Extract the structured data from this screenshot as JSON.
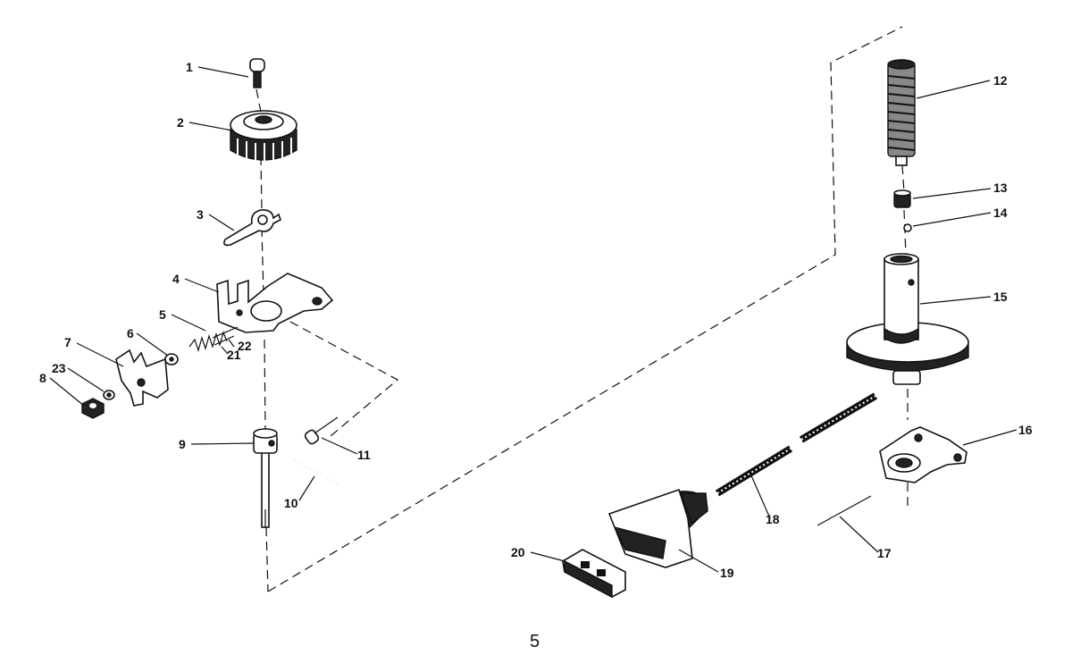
{
  "parts": [
    {
      "id": "p1",
      "label": "1"
    },
    {
      "id": "p2",
      "label": "2"
    },
    {
      "id": "p3",
      "label": "3"
    },
    {
      "id": "p4",
      "label": "4"
    },
    {
      "id": "p5",
      "label": "5"
    },
    {
      "id": "p6",
      "label": "6"
    },
    {
      "id": "p7",
      "label": "7"
    },
    {
      "id": "p8",
      "label": "8"
    },
    {
      "id": "p9",
      "label": "9"
    },
    {
      "id": "p10",
      "label": "10"
    },
    {
      "id": "p11",
      "label": "11"
    },
    {
      "id": "p12",
      "label": "12"
    },
    {
      "id": "p13",
      "label": "13"
    },
    {
      "id": "p14",
      "label": "14"
    },
    {
      "id": "p15",
      "label": "15"
    },
    {
      "id": "p16",
      "label": "16"
    },
    {
      "id": "p17",
      "label": "17"
    },
    {
      "id": "p18",
      "label": "18"
    },
    {
      "id": "p19",
      "label": "19"
    },
    {
      "id": "p20",
      "label": "20"
    },
    {
      "id": "p21",
      "label": "21"
    },
    {
      "id": "p22",
      "label": "22"
    },
    {
      "id": "p23",
      "label": "23"
    }
  ],
  "page_number": "5"
}
